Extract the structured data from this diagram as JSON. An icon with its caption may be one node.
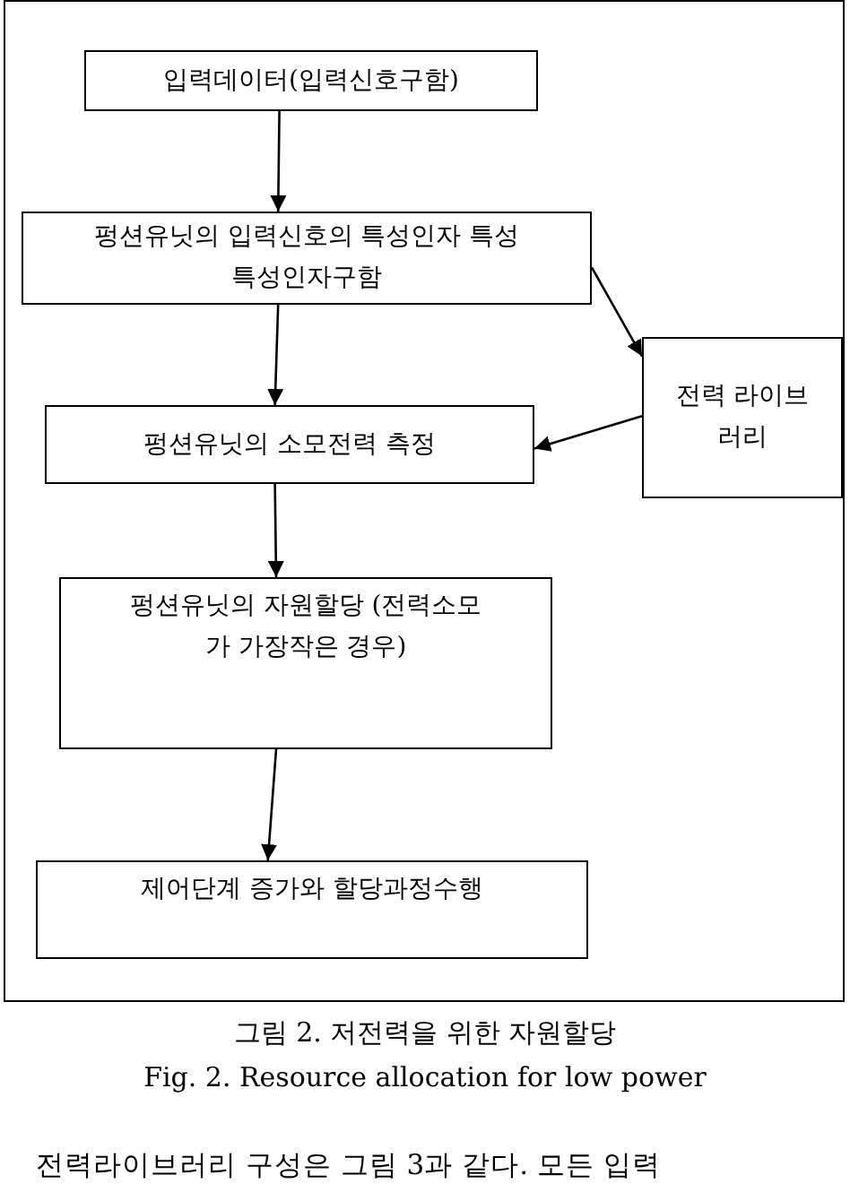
{
  "diagram": {
    "nodes": [
      {
        "text": [
          "입력데이터(입력신호구함)"
        ]
      },
      {
        "text": [
          "펑션유닛의 입력신호의 특성인자 특성특성인자구함"
        ]
      },
      {
        "text": [
          "펑션유닛의 소모전력 측정"
        ]
      },
      {
        "text": [
          "전력 라이브러리"
        ]
      },
      {
        "text": [
          "펑션유닛의 자원할당 (전력소모가 가장작은 경우)"
        ]
      },
      {
        "text": [
          "제어단계 증가와 할당과정수행"
        ]
      }
    ],
    "edges": [
      {
        "from": 0,
        "to": 1,
        "arrow": "to"
      },
      {
        "from": 1,
        "to": 2,
        "arrow": "to"
      },
      {
        "from": 1,
        "to": 3,
        "arrow": "to"
      },
      {
        "from": 3,
        "to": 2,
        "arrow": "to"
      },
      {
        "from": 2,
        "to": 4,
        "arrow": "to"
      },
      {
        "from": 4,
        "to": 5,
        "arrow": "to"
      }
    ],
    "labels": [
      "그림 2. 저전력을 위한 자원할당",
      "Fig. 2. Resource allocation for low power",
      "전력라이브러리 구성은 그림 3과 같다. 모든 입력"
    ]
  }
}
